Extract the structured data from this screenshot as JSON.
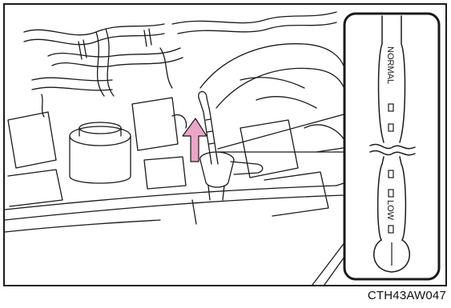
{
  "figure": {
    "code": "CTH43AW047",
    "dipstick_labels": {
      "upper": "NORMAL",
      "lower": "LOW"
    },
    "colors": {
      "line": "#1a1a1a",
      "arrow": "#e9a6c6",
      "background": "#ffffff"
    },
    "icons": {
      "pull_direction": "pink-up-arrow-icon"
    }
  }
}
